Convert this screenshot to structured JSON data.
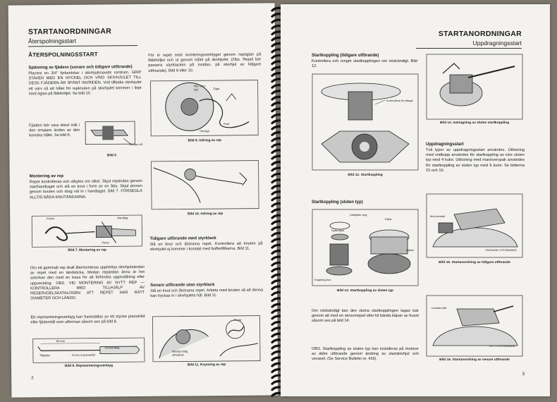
{
  "left": {
    "title": "STARTANORDNINGAR",
    "subtitle": "Återspolningsstart",
    "section": "ÅTERSPOLNINGSSTART",
    "spanning_heading": "Spänning av fjädern (senare och tidigare utförande)",
    "spanning_text": "Placera en 3/4\" fyrkantstav i skivhjulsnavets centrum. GRIP STAVEN MED EN NYCKEL OCH VRID SKIVHJULET TILL DESS FJÄDERN ÄR SPÄNT INVRIDEN. Vrid tillbaka skivhjulet ett varv så att hålet för repknuten på skivhjulet kommer i linje med öglan på fläkthöljet. Se bild 10.",
    "fjadern_text": "Fjädern bör vara skevt inåt i den smalare ändan av den koniska hålet. Se bild 6.",
    "bild6_label": "Senare utf.",
    "bild6_caption": "Bild 6",
    "montering_heading": "Montering av rep",
    "montering_text": "Repet kontrolleras och utbytes om slitet. Skjut repändan genom starthandtaget och slå en knut i form av en åtta. Skjut pinnen genom knuten och drag väl in i handtaget. Bild 7. FÖRSEGLA ALLTID BÅDA KNUTÄNDARNA.",
    "bild7_labels": [
      "Knuta",
      "Handtag",
      "Pinne"
    ],
    "bild7_caption": "Bild 7. Montering av rep",
    "om_text": "Om ett gammalt rep skall återmonteras upphettas skivhjulsändan av repet med en tändsticka. Medan repändan ännu är het avtorkas den med en trasa för att förhindra uppsvällning eller uppveckling. OBS. VID MONTERING AV NYTT REP — KONTROLLERA MED TILLHJÄLP AV RESERVDELSKATALOGEN ATT REPET HAR RÄTT DIAMETER OCH LÄNGD.",
    "ett_text": "Ett repmonteringsverktyg kan framställas av ett stycke pianotråd eller fjäderstål som utformas såsom ses på bild 8.",
    "bild8_labels": [
      "60 mm",
      "Tillplatta",
      "Trerhandtag",
      "D-mm st pianotråd"
    ],
    "bild8_caption": "Bild 8. Repmonteringsverktyg",
    "col2_intro": "För in repet med monteringsverktyget genom repöglan på fläkthöljet och ut genom hålet på skivhjulet. (Obs. Repet bör passera styrklacken på insidan, på skivhjul av tidigare utförande). Bild 9 eller 10.",
    "bild9_labels": [
      "Hål i skiv-hjul",
      "Ögla",
      "Knut",
      "Skivhjul"
    ],
    "bild9_caption": "Bild 9. Infiring av rep",
    "bild10_caption": "Bild 10. Infiring av rep",
    "tidigare_heading": "Tidigare utförande med styrklack",
    "tidigare_text": "Slå en knut och åtstrama repet. Kontrollera att knuten på skivhjulet ej kommer i kontakt med buffertfilkarna. Bild 11.",
    "senare_heading": "Senare utförande utan styrklack",
    "senare_text": "Slå en knut och åtstrama repet. Arbeta med knuten så att denna kan tryckas in i skivhjulets hål. Bild 11.",
    "bild11_labels": [
      "Skivhjul tidig. utförande",
      "Knuta"
    ],
    "bild11_caption": "Bild 11. Knytning av rep",
    "page_number": "2"
  },
  "right": {
    "title": "STARTANORDNINGAR",
    "subtitle": "Uppdragningsstart",
    "startkoppling_heading": "Startkoppling (tidigare utförande)",
    "startkoppling_text": "Kontrollera och rengör startkopplingen om nödvändigt. Bild 12.",
    "bild12_label": "Kontrollera för slitage",
    "bild12_caption": "Bild 12. Startkoppling",
    "sluten_heading": "Startkoppling (sluten typ)",
    "bild13_labels": [
      "Låsfjäder-ring",
      "Kåpa",
      "Spännfjud",
      "Koppling-hus",
      "Fjäder"
    ],
    "bild13_caption": "Bild 13. Startkoppling av sluten typ",
    "om_text": "Om nödvändigt kan den slutna startkopplingen tagas isär genom att med en skruvmejsel eller kil bända kåpan av huset såsom ses på bild 14.",
    "obs_text": "OBS. Startkoppling av sluten typ kan installeras på motorer av äldre utförande genom ändring av startskivhjul och vevaxel. (Se Service Bulletin nr. 416).",
    "bild14_caption": "Bild 14. Isärtagning av sluten startkoppling",
    "uppdragning_heading": "Uppdragningsstart",
    "uppdragning_text": "Två typer av uppdragningsstart användes. Utlösning med vridkopp användes för startkoppling av icke sluten typ med 4 kulor. Utlösning med manöverspak användes för startkoppling av sluten typ med 6 kulor. Se bilderna 15 och 16.",
    "bild15_labels": [
      "Mot-kontakt",
      "TIDIGARE UTFÖRANDE"
    ],
    "bild15_caption": "Bild 15. Startanordning av tidigare utförande",
    "bild16_labels": [
      "Kontakt-stift",
      "NYTT UTFÖRANDE"
    ],
    "bild16_caption": "Bild 16. Startanordning av senare utförande",
    "page_number": "3"
  }
}
